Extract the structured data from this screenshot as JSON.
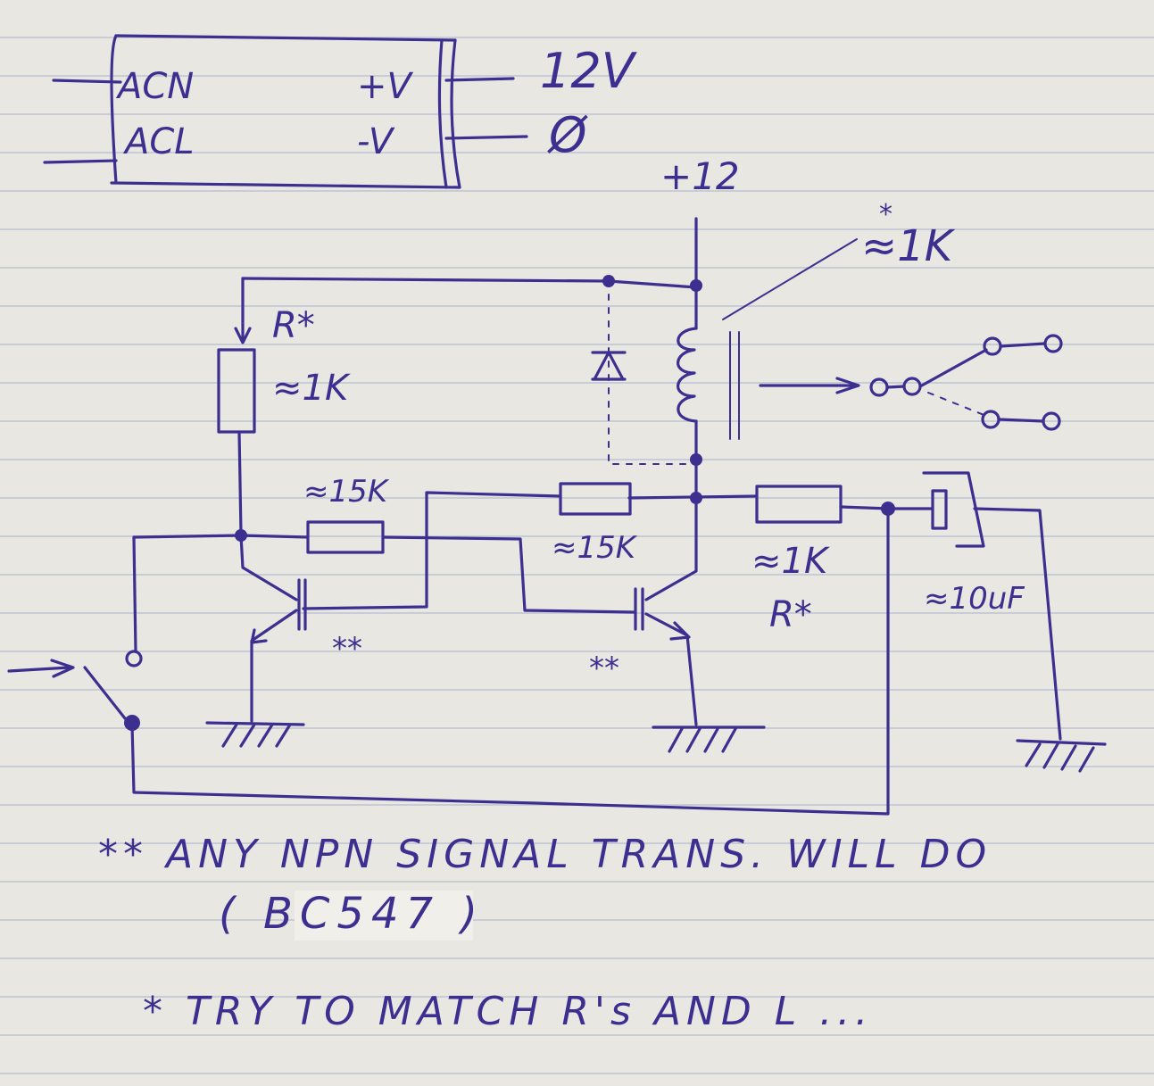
{
  "psu": {
    "in_neutral": "ACN",
    "in_live": "ACL",
    "out_pos": "+V",
    "out_neg": "-V",
    "rail_pos": "12V",
    "rail_neg": "Ø"
  },
  "supply_label": "+12",
  "coil": {
    "marker": "*",
    "value": "≈1K"
  },
  "r_top": {
    "name": "R*",
    "value": "≈1K"
  },
  "r_base1": {
    "value": "≈15K"
  },
  "r_base2": {
    "value": "≈15K"
  },
  "r_out": {
    "value": "≈1K",
    "name": "R*"
  },
  "capacitor": {
    "value": "≈10uF"
  },
  "transistor_marks": {
    "q1": "**",
    "q2": "**"
  },
  "notes": {
    "line1": "** ANY NPN SIGNAL TRANS. WILL DO",
    "line2": "( BC547 )",
    "line3": "* TRY TO MATCH R's AND L ..."
  },
  "colors": {
    "ink": "#3d2f8f",
    "paper": "#e9e7e2",
    "rule": "#c7ccd6"
  }
}
